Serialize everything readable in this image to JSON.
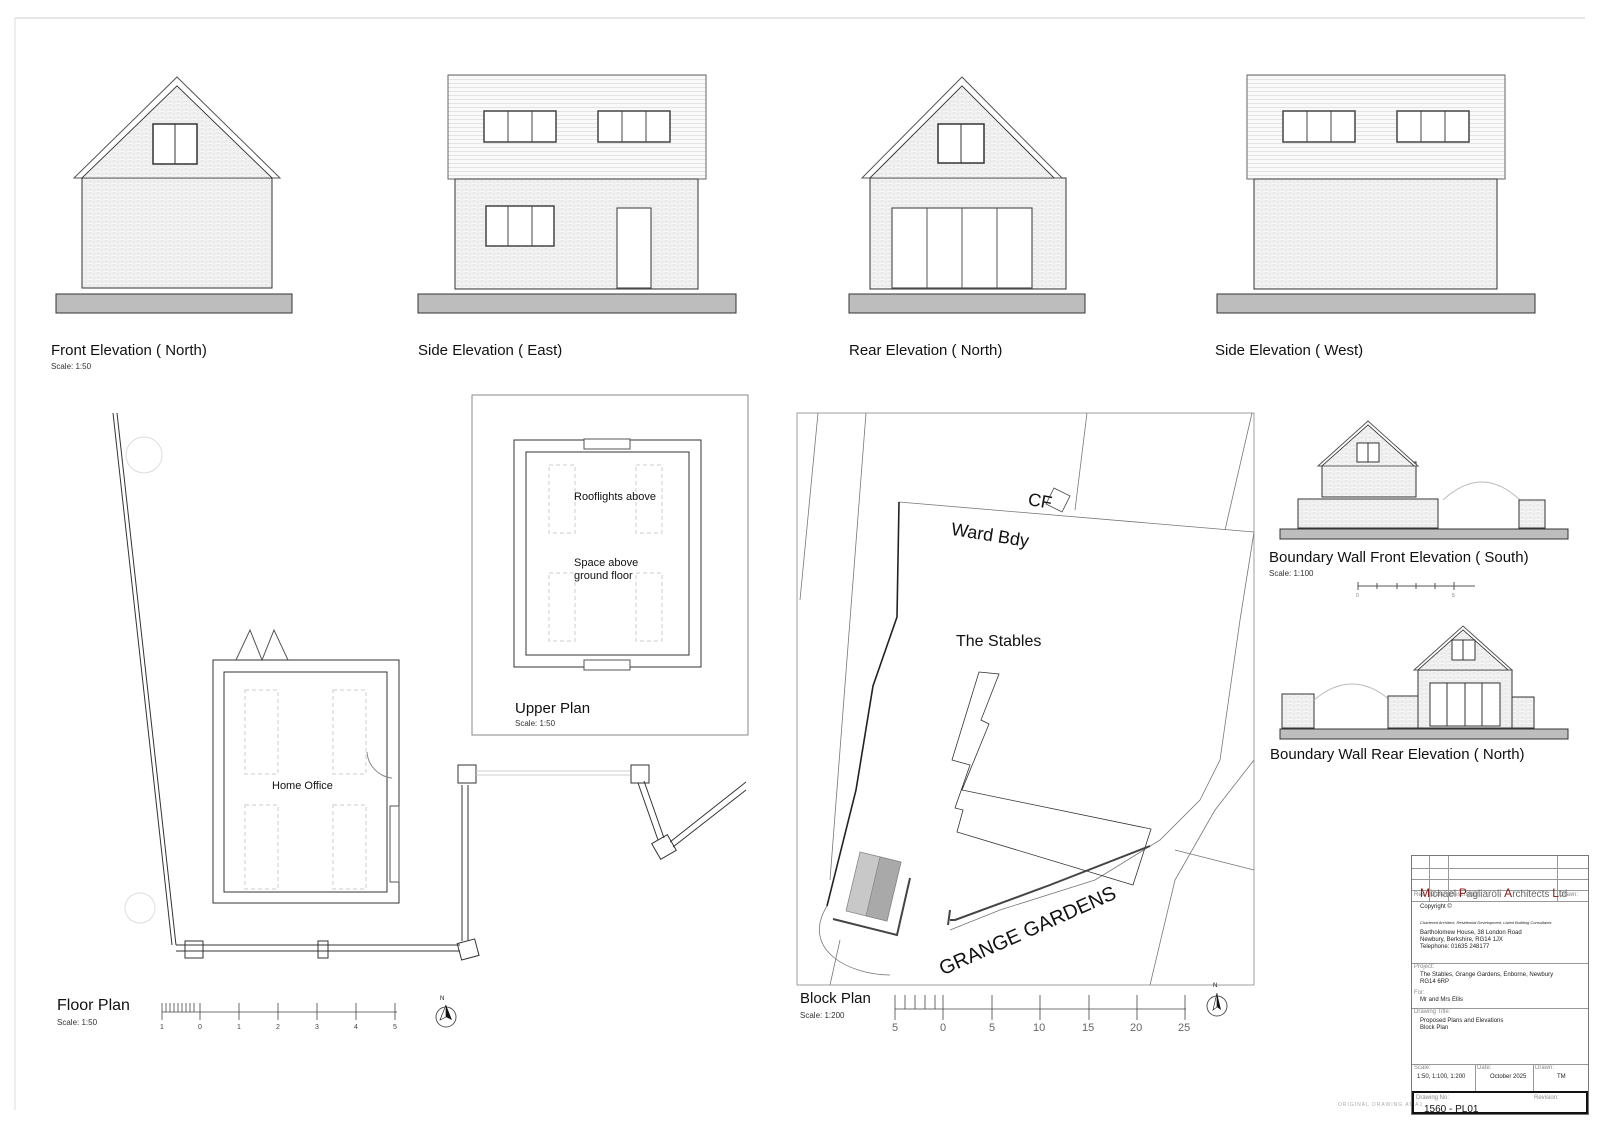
{
  "sheet": {
    "footer_note": "ORIGINAL DRAWING AT A1"
  },
  "elevations": [
    {
      "title": "Front Elevation  ( North)",
      "scale": "Scale: 1:50"
    },
    {
      "title": "Side Elevation  ( East)"
    },
    {
      "title": "Rear Elevation  ( North)"
    },
    {
      "title": "Side Elevation  ( West)"
    }
  ],
  "floor_plan": {
    "title": "Floor Plan",
    "scale": "Scale: 1:50",
    "room_label": "Home Office",
    "scale_bar_ticks": [
      "1",
      "0",
      "1",
      "2",
      "3",
      "4",
      "5"
    ],
    "north_label": "N"
  },
  "upper_plan": {
    "title": "Upper Plan",
    "scale": "Scale: 1:50",
    "note_rooflights": "Rooflights above",
    "note_space_line1": "Space above",
    "note_space_line2": "ground floor"
  },
  "block_plan": {
    "title": "Block Plan",
    "scale": "Scale: 1:200",
    "label_cf": "CF",
    "label_ward": "Ward Bdy",
    "label_stables": "The Stables",
    "label_road": "GRANGE GARDENS",
    "scale_bar_ticks": [
      "5",
      "0",
      "5",
      "10",
      "15",
      "20",
      "25"
    ],
    "north_label": "N"
  },
  "boundary_front": {
    "title": "Boundary Wall Front Elevation  ( South)",
    "scale": "Scale: 1:100",
    "scale_bar_ticks": [
      "0",
      "5"
    ]
  },
  "boundary_rear": {
    "title": "Boundary Wall Rear Elevation  ( North)"
  },
  "title_block": {
    "rev_header": "Rev:",
    "date_header": "Date:",
    "desc_header": "Description:",
    "drawn_header_top": "Drawn:",
    "copyright": "Copyright ©",
    "firm_name_parts": [
      "M",
      "ichael ",
      "P",
      "agliaroli ",
      "A",
      "rchitects ",
      "L",
      "td"
    ],
    "firm_tagline": "Chartered Architect, Residential Development, Listed Building Consultants",
    "address_line1": "Bartholomew House, 38 London Road",
    "address_line2": "Newbury, Berkshire, RG14 1JX",
    "telephone": "Telephone: 01635 248177",
    "project_caption": "Project:",
    "project_line1": "The Stables, Grange Gardens, Enborne, Newbury",
    "project_line2": "RG14 6RP",
    "for_caption": "For:",
    "client": "Mr and Mrs Ellis",
    "drawing_title_caption": "Drawing Title:",
    "drawing_title_line1": "Proposed Plans and Elevations",
    "drawing_title_line2": "Block Plan",
    "scale_caption": "Scale:",
    "scale_value": "1:50, 1:100, 1:200",
    "date_caption": "Date:",
    "date_value": "October 2025",
    "drawn_caption": "Drawn:",
    "drawn_value": "TM",
    "drawing_no_caption": "Drawing No:",
    "drawing_no": "1560 - PL01",
    "revision_caption": "Revision:",
    "accent_color": "#8b1a1a"
  }
}
